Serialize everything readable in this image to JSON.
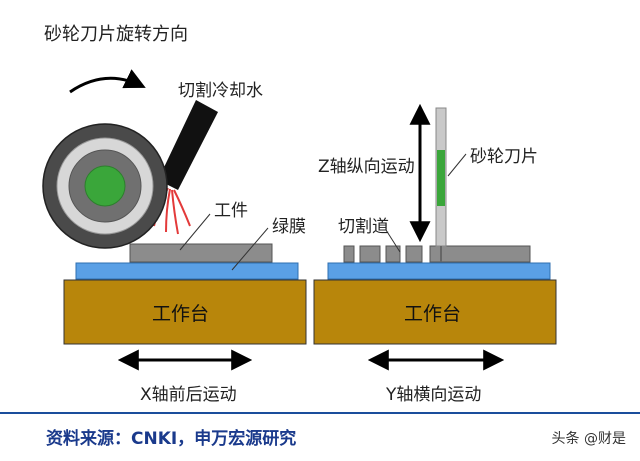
{
  "left": {
    "rotation_label": "砂轮刀片旋转方向",
    "coolant_label": "切割冷却水",
    "workpiece_label": "工件",
    "film_label": "绿膜",
    "stage_label": "工作台",
    "motion_label": "X轴前后运动"
  },
  "right": {
    "z_motion_label": "Z轴纵向运动",
    "blade_label": "砂轮刀片",
    "kerf_label": "切割道",
    "stage_label": "工作台",
    "motion_label": "Y轴横向运动"
  },
  "footer": {
    "source": "资料来源：CNKI，申万宏源研究",
    "watermark": "头条 @财是"
  },
  "colors": {
    "stage": "#b8860b",
    "film": "#5aa0e6",
    "workpiece": "#8c8c8c",
    "hub": "#3aa63a",
    "coolant": "#e33a3a",
    "rule": "#1a4e9c",
    "source_text": "#1a3a8c"
  }
}
